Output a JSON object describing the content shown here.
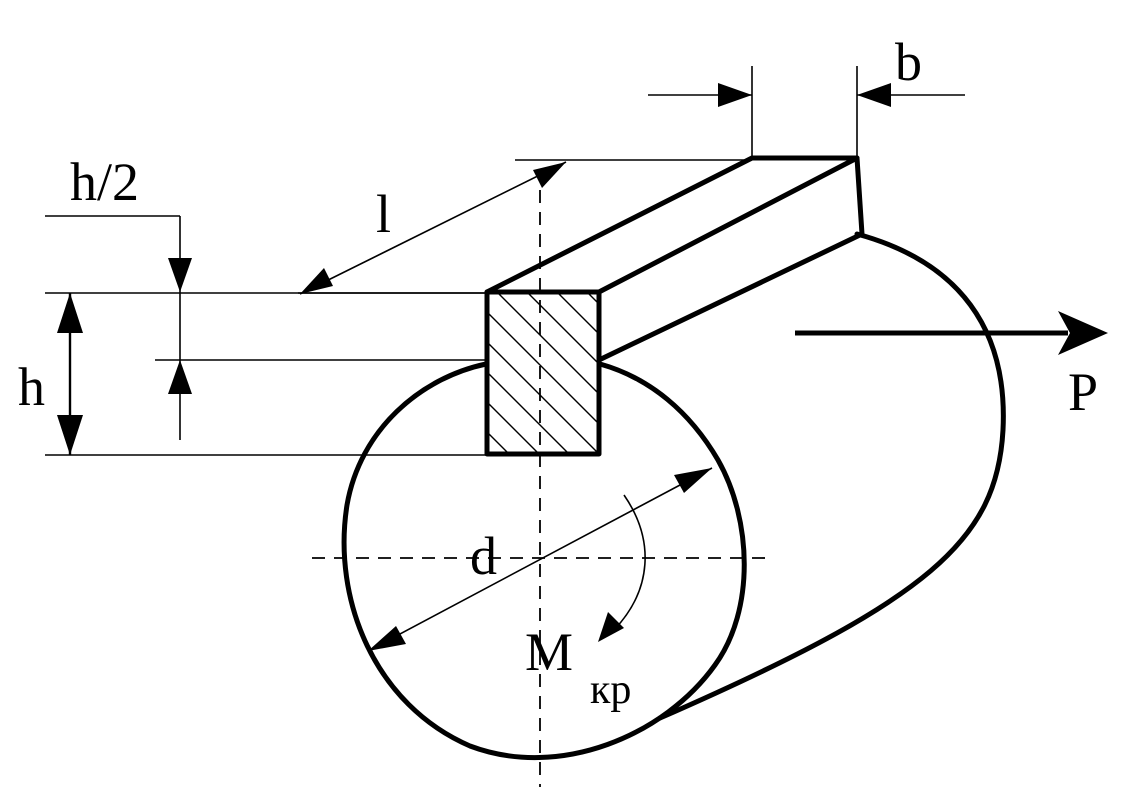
{
  "labels": {
    "b": "b",
    "l": "l",
    "h_half": "h/2",
    "h": "h",
    "d": "d",
    "P": "P",
    "M": "M",
    "kr": "кр"
  }
}
